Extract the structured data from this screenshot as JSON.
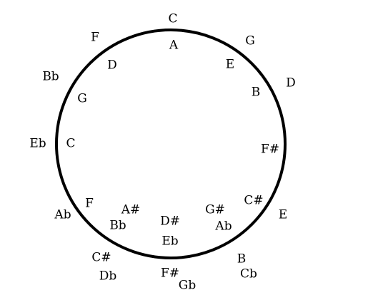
{
  "outer_labels": {
    "c": "C",
    "g": "G",
    "d": "D",
    "f_sharp": "F#",
    "e": "E",
    "b": "B",
    "cb": "Cb",
    "gb": "Gb",
    "f_sharp_2": "F#",
    "c_sharp": "C#",
    "db": "Db",
    "ab": "Ab",
    "eb": "Eb",
    "bb": "Bb",
    "f": "F"
  },
  "inner_labels": {
    "a": "A",
    "e": "E",
    "b": "B",
    "c_sharp": "C#",
    "ab": "Ab",
    "g_sharp": "G#",
    "d_sharp": "D#",
    "eb": "Eb",
    "a_sharp": "A#",
    "bb": "Bb",
    "f": "F",
    "c": "C",
    "g": "G",
    "d": "D"
  },
  "colors": {
    "circle_stroke": "#000000",
    "text": "#000000",
    "background": "#ffffff"
  }
}
